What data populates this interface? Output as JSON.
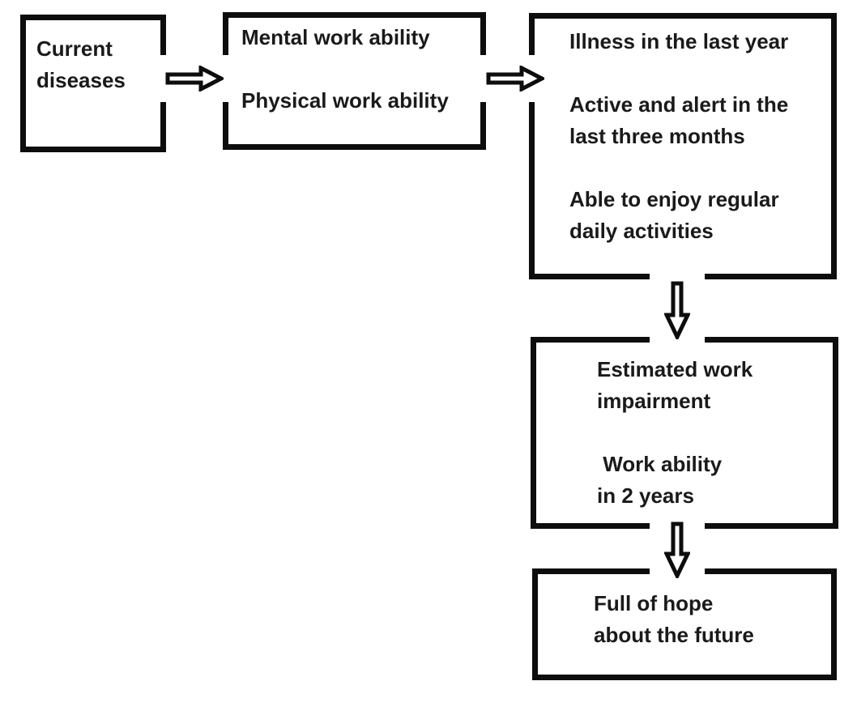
{
  "diagram": {
    "description": "Flowchart of work ability factors",
    "colors": {
      "line": "#0d0d0d",
      "text": "#1a1a1a",
      "background": "#ffffff"
    },
    "boxes": {
      "current_diseases": {
        "text": "Current\ndiseases"
      },
      "work_ability": {
        "para1": "Mental work ability",
        "para2": "Physical work ability"
      },
      "health_status": {
        "para1": "Illness in the last year",
        "para2": "Active and alert in the\nlast three months",
        "para3": "Able to enjoy regular\ndaily activities"
      },
      "estimated_impairment": {
        "para1": "Estimated work\nimpairment",
        "para2": " Work ability\nin 2 years"
      },
      "hope": {
        "para1": "Full of hope\nabout the future"
      }
    },
    "icons": {
      "arrow_current_to_workability": "block-arrow-right-icon",
      "arrow_workability_to_health": "block-arrow-right-icon",
      "arrow_health_to_impairment": "block-arrow-down-icon",
      "arrow_impairment_to_hope": "block-arrow-down-icon"
    }
  }
}
